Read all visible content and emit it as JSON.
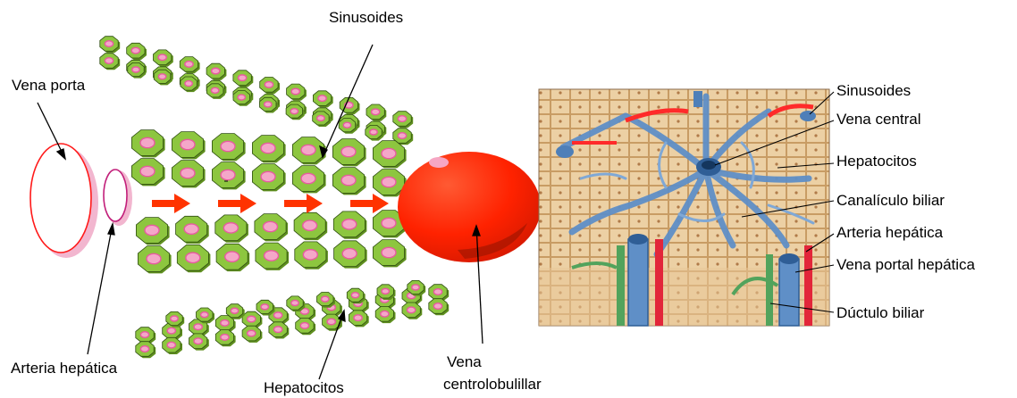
{
  "left_labels": {
    "sinusoides": "Sinusoides",
    "vena_porta": "Vena porta",
    "arteria_hepatica": "Arteria hepática",
    "hepatocitos": "Hepatocitos",
    "vena_centro_line1": "Vena",
    "vena_centro_line2": "centrolobulillar"
  },
  "right_labels": [
    "Sinusoides",
    "Vena central",
    "Hepatocitos",
    "Canalículo biliar",
    "Arteria hepática",
    "Vena portal hepática",
    "Dúctulo biliar"
  ],
  "colors": {
    "hepatocyte": "#8dc63f",
    "hepatocyte_dark": "#5f8f1f",
    "nucleus": "#f4a7c8",
    "nucleus_rim": "#e85aa0",
    "vein_red": "#ff2a00",
    "portal_red": "#ff1a1a",
    "artery_pink": "#d63a8f",
    "arrow_red": "#ff3300",
    "liver_tissue": "#e7c79a",
    "blue_vessel": "#5f8fc7",
    "green_duct": "#4fa05a"
  }
}
